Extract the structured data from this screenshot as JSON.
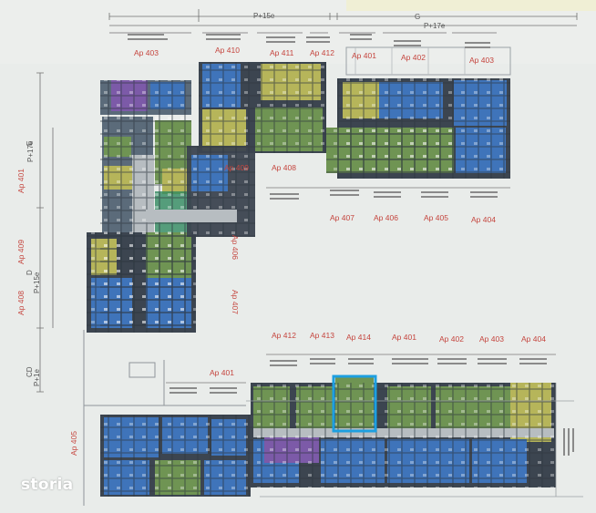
{
  "dimensions": {
    "top_left": "P+15e",
    "top_right": "G",
    "top_right_2": "P+17e",
    "left_e": "E",
    "left_e_floors": "P+17e",
    "left_d": "D",
    "left_d_floors": "P+15e",
    "left_cd": "CD",
    "left_cd_floors": "P+1e"
  },
  "apartments": {
    "a403_top": "Ap 403",
    "a410": "Ap 410",
    "a411": "Ap 411",
    "a412_top": "Ap 412",
    "a401_top": "Ap 401",
    "a402_top": "Ap 402",
    "a403_right": "Ap 403",
    "a409_mid": "Ap 409",
    "a408_mid": "Ap 408",
    "a407_mid": "Ap 407",
    "a406_mid": "Ap 406",
    "a405_mid": "Ap 405",
    "a404_mid": "Ap 404",
    "a406_vert": "Ap 406",
    "a407_vert": "Ap 407",
    "a401_left": "Ap 401",
    "a409_left": "Ap 409",
    "a408_left": "Ap 408",
    "a412_bot": "Ap 412",
    "a413_bot": "Ap 413",
    "a414_bot": "Ap 414",
    "a401_bot": "Ap 401",
    "a402_bot": "Ap 402",
    "a403_bot": "Ap 403",
    "a404_bot": "Ap 404",
    "a401_low": "Ap 401",
    "a405_low": "Ap 405"
  },
  "watermark": "storia",
  "colors": {
    "paper": "#e9ecea",
    "blue": "#3f74ba",
    "green": "#6f9453",
    "purple": "#7c5aa8",
    "yellow": "#b6b55a",
    "dark": "#3c4550",
    "highlight": "#1d9fe0",
    "label": "#c5453e"
  }
}
